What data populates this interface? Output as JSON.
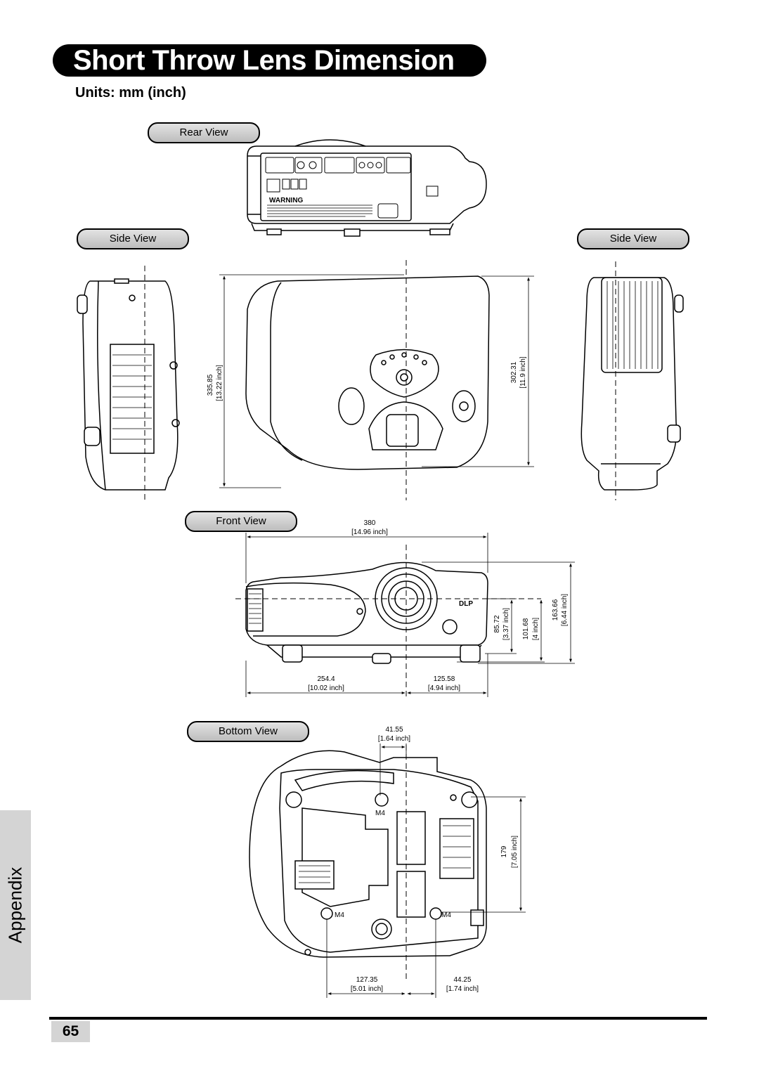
{
  "page": {
    "title": "Short Throw Lens Dimension",
    "units": "Units: mm (inch)",
    "side_tab": "Appendix",
    "page_number": "65"
  },
  "views": {
    "rear": "Rear View",
    "side_left": "Side View",
    "side_right": "Side View",
    "front": "Front View",
    "bottom": "Bottom View"
  },
  "dimensions": {
    "height_335": "335.85",
    "height_335_in": "[13.22 inch]",
    "height_302": "302.31",
    "height_302_in": "[11.9 inch]",
    "width_380": "380",
    "width_380_in": "[14.96 inch]",
    "h_85": "85.72",
    "h_85_in": "[3.37 inch]",
    "h_101": "101.68",
    "h_101_in": "[4 inch]",
    "h_163": "163.66",
    "h_163_in": "[6.44 inch]",
    "w_254": "254.4",
    "w_254_in": "[10.02 inch]",
    "w_125": "125.58",
    "w_125_in": "[4.94 inch]",
    "w_41": "41.55",
    "w_41_in": "[1.64 inch]",
    "d_179": "179",
    "d_179_in": "[7.05 inch]",
    "w_127": "127.35",
    "w_127_in": "[5.01 inch]",
    "w_44": "44.25",
    "w_44_in": "[1.74 inch]"
  },
  "labels": {
    "warning": "WARNING",
    "m4_a": "M4",
    "m4_b": "M4",
    "m4_c": "M4",
    "dlp": "DLP"
  },
  "colors": {
    "title_bg": "#000000",
    "pill_fill": "#cfcfcf",
    "tab_fill": "#d4d4d4"
  }
}
